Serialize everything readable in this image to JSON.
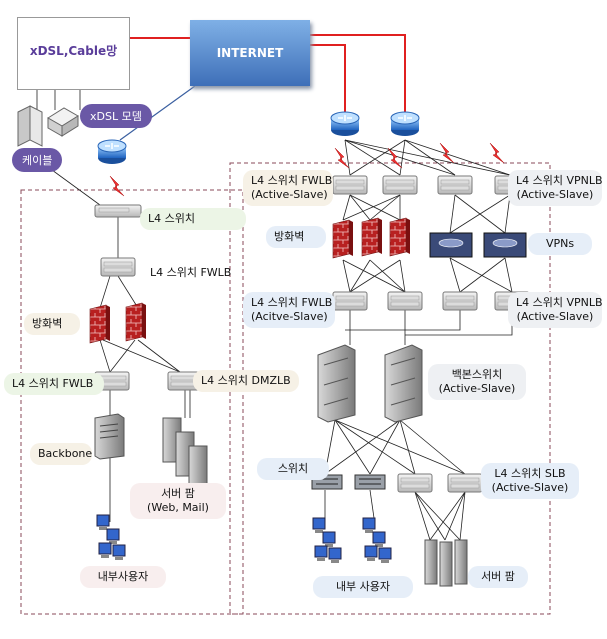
{
  "internet": {
    "label": "INTERNET"
  },
  "xdsl": {
    "title": "xDSL,Cable망",
    "modem_label": "xDSL 모뎀",
    "cable_label": "케이블"
  },
  "left": {
    "l4_switch": "L4 스위치",
    "l4_fwlb": "L4 스위치 FWLB",
    "firewall": "방화벽",
    "l4_fwlb2": "L4 스위치 FWLB",
    "l4_dmzlb": "L4 스위치 DMZLB",
    "backbone": "Backbone",
    "server_farm": [
      "서버 팜",
      "(Web, Mail)"
    ],
    "internal_users": "내부사용자"
  },
  "right": {
    "fwlb_top": [
      "L4 스위치 FWLB",
      "(Active-Slave)"
    ],
    "vpnlb_top": [
      "L4 스위치 VPNLB",
      "(Active-Slave)"
    ],
    "firewall": "방화벽",
    "vpns": "VPNs",
    "fwlb_bottom": [
      "L4 스위치 FWLB",
      "(Acitve-Slave)"
    ],
    "vpnlb_bottom": [
      "L4 스위치 VPNLB",
      "(Active-Slave)"
    ],
    "backbone": [
      "백본스위치",
      "(Active-Slave)"
    ],
    "switch": "스위치",
    "slb": [
      "L4 스위치 SLB",
      "(Active-Slave)"
    ],
    "internal_users": "내부 사용자",
    "server_farm": "서버 팜"
  },
  "colors": {
    "internet": "#4a7cc4",
    "red_link": "#e02020",
    "dmz_border": "#8a4a5a",
    "pill": "#6a58a6"
  }
}
